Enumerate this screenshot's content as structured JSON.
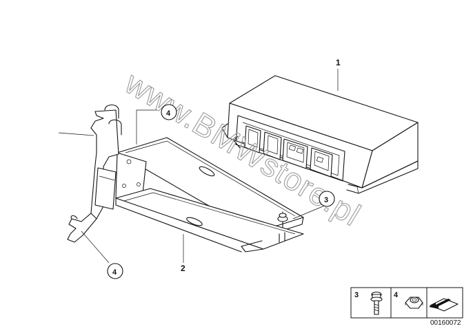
{
  "watermark": "www.BMWstore.pl",
  "diagram_code": "00160072",
  "parts": {
    "control_unit": "1",
    "bracket": "2",
    "bolt": "3",
    "nut": "4"
  },
  "legend": {
    "bolt_number": "3",
    "nut_number": "4"
  },
  "colors": {
    "line": "#111111",
    "watermark": "#9a9a9a",
    "background": "#ffffff"
  }
}
